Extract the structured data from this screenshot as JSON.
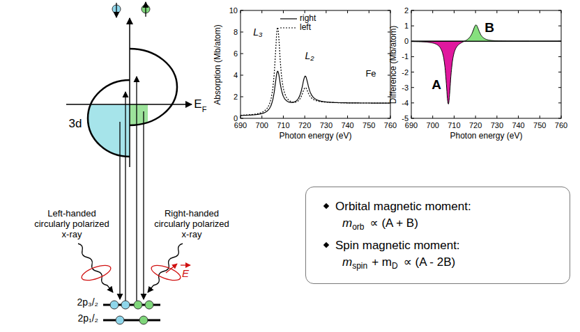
{
  "diagram": {
    "nodes": [
      {
        "text": [
          "Orbital magnetic moment:",
          "m",
          "orb",
          "∝ (A + B)",
          "Spin magnetic moment:",
          "m",
          "spin",
          "+ m",
          "D",
          "∝ (A - 2B)"
        ]
      }
    ],
    "labels": [
      "3d",
      "E",
      "F",
      "Left-handed circularly polarized x-ray",
      "Right-handed circularly polarized x-ray",
      "E",
      "2p₃/₂",
      "2p₁/₂",
      "Absorption (Mb/atom)",
      "0",
      "2",
      "4",
      "6",
      "8",
      "10",
      "690",
      "700",
      "710",
      "720",
      "730",
      "740",
      "750",
      "760",
      "Photon energy (eV)",
      "L₃",
      "L₂",
      "Fe",
      "Difference (Mb/atom)",
      "-5",
      "-4",
      "-3",
      "-2",
      "-1",
      "0",
      "1",
      "2",
      "690",
      "700",
      "710",
      "720",
      "730",
      "740",
      "750",
      "760",
      "Photon energy (eV)",
      "A",
      "B"
    ],
    "legend": [
      {
        "text": "right"
      },
      {
        "text": "left"
      }
    ]
  }
}
